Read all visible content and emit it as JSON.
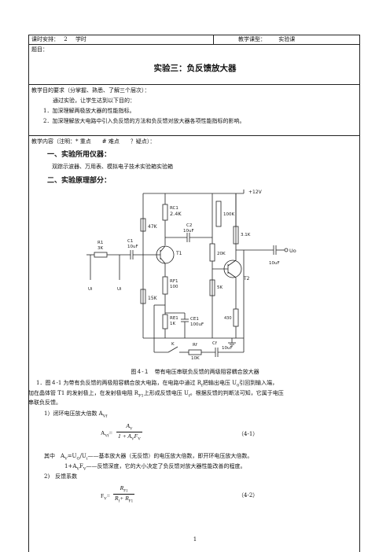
{
  "header": {
    "schedule_label": "课时安排：",
    "schedule_hours": "2",
    "schedule_unit": "学时",
    "type_label": "教学课型：",
    "type_value": "实验课"
  },
  "topic": {
    "label": "题目：",
    "title": "实验三：负反馈放大器"
  },
  "objectives": {
    "label": "教学目的要求（分掌握、熟悉、了解三个层次）：",
    "intro": "通过实验，让学生达到以下目的：",
    "items": [
      "1．加深理解两极放大器的性能指标。",
      "2．加深理解放大电路中引入负反馈的方法和负反馈对放大器各项性能指标的影响。"
    ]
  },
  "content": {
    "label": "教学内容（注明：* 重点　　# 难点　　？疑点）：",
    "section1": "一、实验所用仪器：",
    "instruments": "双踪示波器、万用表、模拟电子技术实验箱实验箱",
    "section2": "二、实验原理部分：",
    "figure_caption": "图４-１　带有电压串联负反馈的两级阻容耦合放大器",
    "para1_line1": "1．图４-1 为带有负反馈的两极阻容耦合放大电路，在电路中通过 R",
    "para1_sub1": "f",
    "para1_line1b": "把输出电压 U",
    "para1_sub2": "0",
    "para1_line1c": "引回到输入端，",
    "para1_line2": "加在晶体管 T1 的发射极上，在发射极电阻 R",
    "para1_sub3": "F1",
    "para1_line2b": "上形成反馈电压 U",
    "para1_sub4": "f",
    "para1_line2c": "。根据反馈的判断法可知，它属于电压",
    "para1_line3": "串联负反馈。",
    "item1": "1）闭环电压放大倍数 A",
    "item1_sub": "Vf",
    "eq1_lhs": "A",
    "eq1_lhs_sub": "Vf",
    "eq1_num": "A",
    "eq1_num_sub": "V",
    "eq1_den": "1 + A",
    "eq1_den_sub1": "V",
    "eq1_den_mid": "F",
    "eq1_den_sub2": "V",
    "eq1_no": "（4-1）",
    "where1": "其中　A",
    "where1_sub": "V",
    "where1_rest": "=U",
    "where1_sub2": "O",
    "where1_rest2": "/U",
    "where1_sub3": "i",
    "where1_rest3": "——基本放大器（无反馈）的电压放大倍数，即开环电压放大倍数。",
    "where2": "1+A",
    "where2_sub": "V",
    "where2_mid": "F",
    "where2_sub2": "V",
    "where2_rest": "——反馈深度，它的大小决定了负反馈对放大器性能改善的程度。",
    "item2": "2)　反馈系数",
    "eq2_lhs": "F",
    "eq2_lhs_sub": "V",
    "eq2_num": "R",
    "eq2_num_sub": "F1",
    "eq2_den": "R",
    "eq2_den_sub1": "f",
    "eq2_den_mid": "+ R",
    "eq2_den_sub2": "F1",
    "eq2_no": "（4-2）",
    "page_number": "1"
  },
  "circuit": {
    "supply": "+12V",
    "labels": {
      "rc1": "RC1",
      "rc1_val": "2.4K",
      "r47k": "47K",
      "c2": "C2",
      "c2_val": "10uF",
      "r100k": "100K",
      "r31k": "3.1K",
      "r1": "R1",
      "r1_val": "3K",
      "c1": "C1",
      "c1_val": "10uF",
      "t1": "T1",
      "r20k": "20K",
      "uo": "Uo",
      "c3_val": "10uF",
      "t2": "T2",
      "ui1": "Ui",
      "ui2": "Ui",
      "rf1": "RF1",
      "rf1_val": "100",
      "r5k": "5K",
      "r15k": "15K",
      "re1": "RE1",
      "re1_val": "1K",
      "ce1": "CE1",
      "ce1_val": "100uF",
      "r430": "430",
      "k": "K",
      "rf": "Rf",
      "rf_val": "10K",
      "cf": "Cf",
      "cf_val": "10uF"
    }
  }
}
